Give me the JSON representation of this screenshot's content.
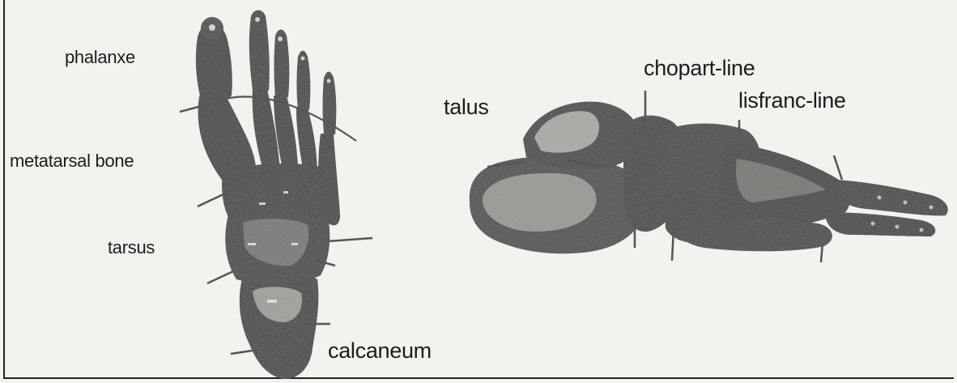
{
  "labels": {
    "phalanxe": "phalanxe",
    "metatarsal": "metatarsal bone",
    "tarsus": "tarsus",
    "calcaneum": "calcaneum",
    "talus": "talus",
    "chopart": "chopart-line",
    "lisfranc": "lisfranc-line"
  },
  "colors": {
    "background": "#f3f2ef",
    "bone": "#2b2b2b",
    "bone_highlight": "#b9b9b5",
    "text": "#1c1c1c"
  }
}
